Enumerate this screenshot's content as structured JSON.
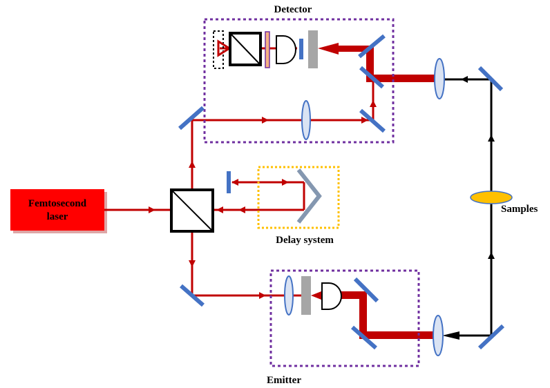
{
  "labels": {
    "laser": [
      "Femtosecond",
      "laser"
    ],
    "detector": "Detector",
    "delay_system": "Delay system",
    "emitter": "Emitter",
    "samples": "Samples"
  },
  "colors": {
    "beam": "#c00000",
    "laser_box": "#ff0000",
    "mirror": "#4472c4",
    "box_detector_emitter": "#7030a0",
    "box_delay": "#ffc000",
    "sample": "#ffc000",
    "lens": "#dae3f3",
    "thz_path": "#000000"
  }
}
